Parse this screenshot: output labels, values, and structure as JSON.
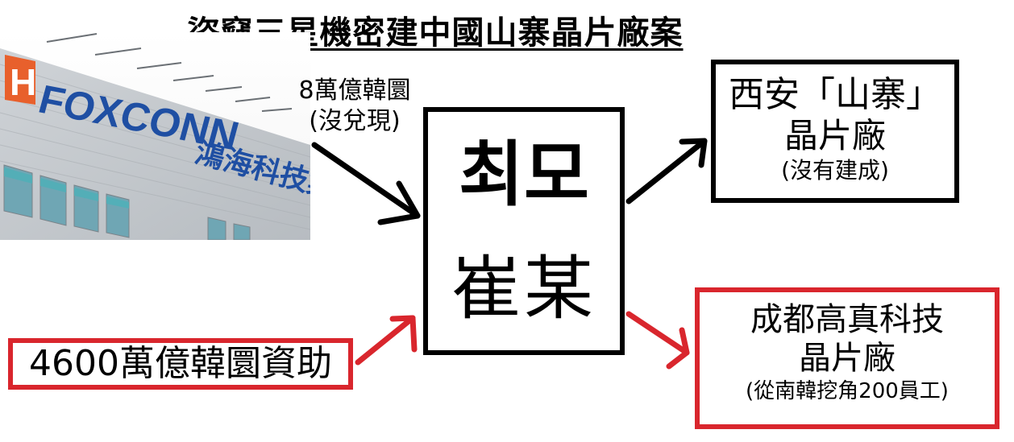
{
  "title": "盜竊三星機密建中國山寨晶片廠案",
  "photo": {
    "logo_text": "FOXCONN",
    "logo_mark": "H",
    "chinese_sign": "鴻海科技集團"
  },
  "source_label": {
    "line1": "8萬億韓圜",
    "line2": "(沒兌現)"
  },
  "person": {
    "korean": "최모",
    "chinese": "崔某"
  },
  "xian_factory": {
    "line1": "西安「山寨」",
    "line2": "晶片廠",
    "line3": "(沒有建成)"
  },
  "funding": {
    "text": "4600萬億韓圜資助"
  },
  "chengdu_factory": {
    "line1": "成都高真科技",
    "line2": "晶片廠",
    "line3": "(從南韓挖角200員工)"
  },
  "colors": {
    "black_arrow": "#000000",
    "red_arrow": "#d9262d",
    "red_border": "#d9262d",
    "logo_blue": "#1f4fa3",
    "logo_orange": "#e8602c"
  }
}
